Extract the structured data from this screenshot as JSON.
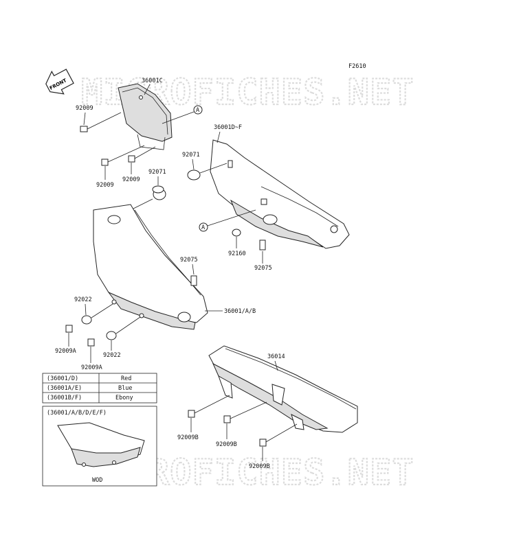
{
  "watermark": "MICROFICHES.NET",
  "figure_code": "F2610",
  "front_arrow": "FRONT",
  "part_labels": {
    "p36001C": "36001C",
    "p92009_a": "92009",
    "p92009_b": "92009",
    "p92009_c": "92009",
    "p36001DF": "36001D~F",
    "p92071_a": "92071",
    "p92071_b": "92071",
    "p92075_a": "92075",
    "p92075_b": "92075",
    "p92160": "92160",
    "p92022_a": "92022",
    "p92022_b": "92022",
    "p36001AB": "36001/A/B",
    "p92009A_a": "92009A",
    "p92009A_b": "92009A",
    "p36014": "36014",
    "p92009B_a": "92009B",
    "p92009B_b": "92009B",
    "p92009B_c": "92009B"
  },
  "ref_marker": "A",
  "color_table": [
    {
      "code": "(36001/D)",
      "color": "Red"
    },
    {
      "code": "(36001A/E)",
      "color": "Blue"
    },
    {
      "code": "(36001B/F)",
      "color": "Ebony"
    }
  ],
  "inset": {
    "title": "(36001/A/B/D/E/F)",
    "note": "WOD"
  }
}
